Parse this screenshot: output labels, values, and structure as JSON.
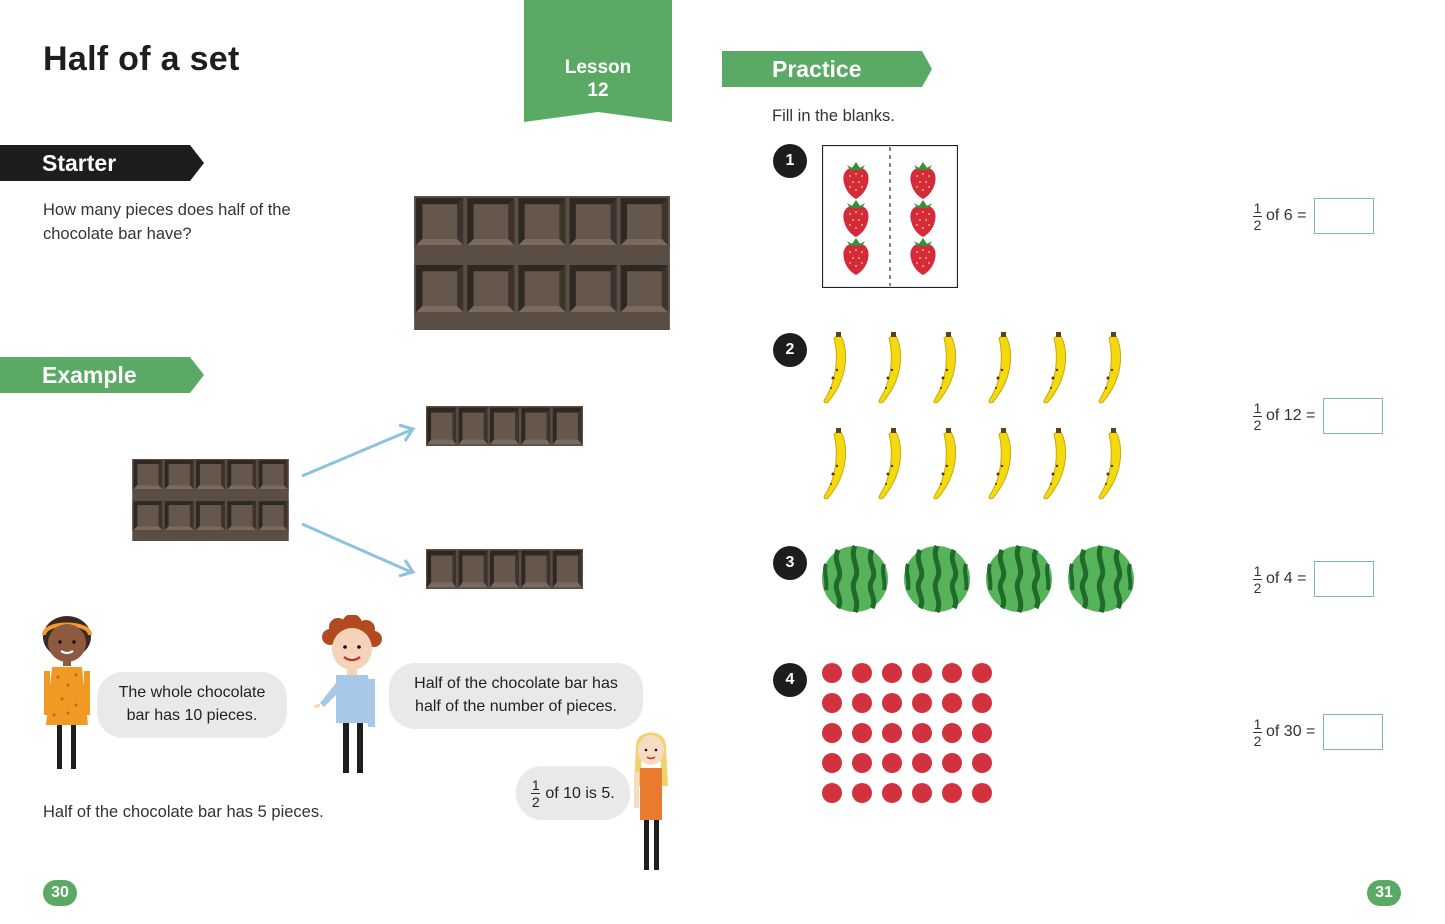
{
  "page": {
    "title": "Half of a set",
    "lesson_label": "Lesson",
    "lesson_number": "12",
    "left_page_number": "30",
    "right_page_number": "31"
  },
  "colors": {
    "green": "#5aa964",
    "dark": "#1d1d1d",
    "chocolate": "#5a4d44",
    "strawberry": "#d42a3a",
    "banana": "#f5d90f",
    "watermelon": "#3f9445",
    "dot": "#d1323d"
  },
  "starter": {
    "heading": "Starter",
    "question_line1": "How many pieces does half of the",
    "question_line2": "chocolate bar have?"
  },
  "example": {
    "heading": "Example",
    "bubble_girl_line1": "The whole chocolate",
    "bubble_girl_line2": "bar has 10 pieces.",
    "bubble_boy_line1": "Half of the chocolate bar has",
    "bubble_boy_line2": "half of the number of pieces.",
    "bubble_small_num": "1",
    "bubble_small_den": "2",
    "bubble_small_text": "of 10 is 5.",
    "conclusion": "Half of the chocolate bar has 5 pieces."
  },
  "practice": {
    "heading": "Practice",
    "instruction": "Fill in the blanks.",
    "items": [
      {
        "number": "1",
        "num": "1",
        "den": "2",
        "text": "of 6 =",
        "answer": ""
      },
      {
        "number": "2",
        "num": "1",
        "den": "2",
        "text": "of 12 =",
        "answer": ""
      },
      {
        "number": "3",
        "num": "1",
        "den": "2",
        "text": "of 4 =",
        "answer": ""
      },
      {
        "number": "4",
        "num": "1",
        "den": "2",
        "text": "of 30 =",
        "answer": ""
      }
    ]
  }
}
